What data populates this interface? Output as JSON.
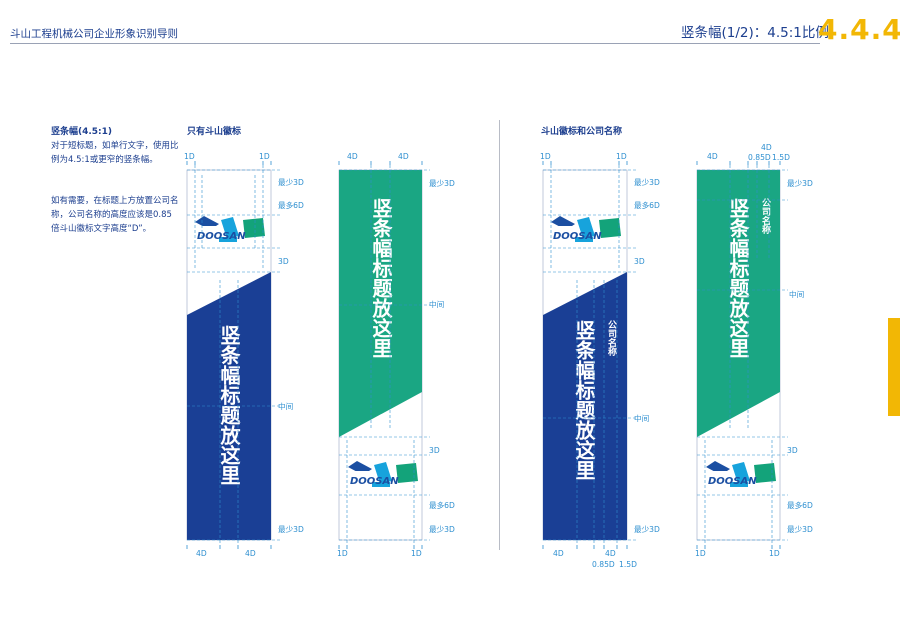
{
  "header": {
    "doc_title": "斗山工程机械公司企业形象识别导则",
    "section_title": "竖条幅(1/2)：4.5:1比例",
    "section_number": "4.4.4"
  },
  "description": {
    "title": "竖条幅(4.5:1)",
    "para1": "对于短标题，如单行文字，使用比例为4.5:1或更窄的竖条幅。",
    "para2": "如有需要，在标题上方放置公司名称，公司名称的高度应该是0.85倍斗山徽标文字高度“D”。"
  },
  "sections": {
    "left_title": "只有斗山徽标",
    "right_title": "斗山徽标和公司名称"
  },
  "banners": {
    "slogan": "竖条幅标题放这里",
    "company_name": "公司名称",
    "logo_text": "DOOSAN"
  },
  "guide_labels": {
    "d1": "1D",
    "d4": "4D",
    "d3": "3D",
    "min3d": "最少3D",
    "max6d": "最多6D",
    "middle": "中间",
    "d085": "0.85D",
    "d15": "1.5D"
  },
  "colors": {
    "navy": "#1a3f95",
    "teal": "#1aa683",
    "guide": "#2e8fd0",
    "accent": "#f2b705",
    "logo_blue": "#1b4fa2",
    "logo_cyan": "#17a3dc",
    "logo_green": "#13a37a"
  }
}
